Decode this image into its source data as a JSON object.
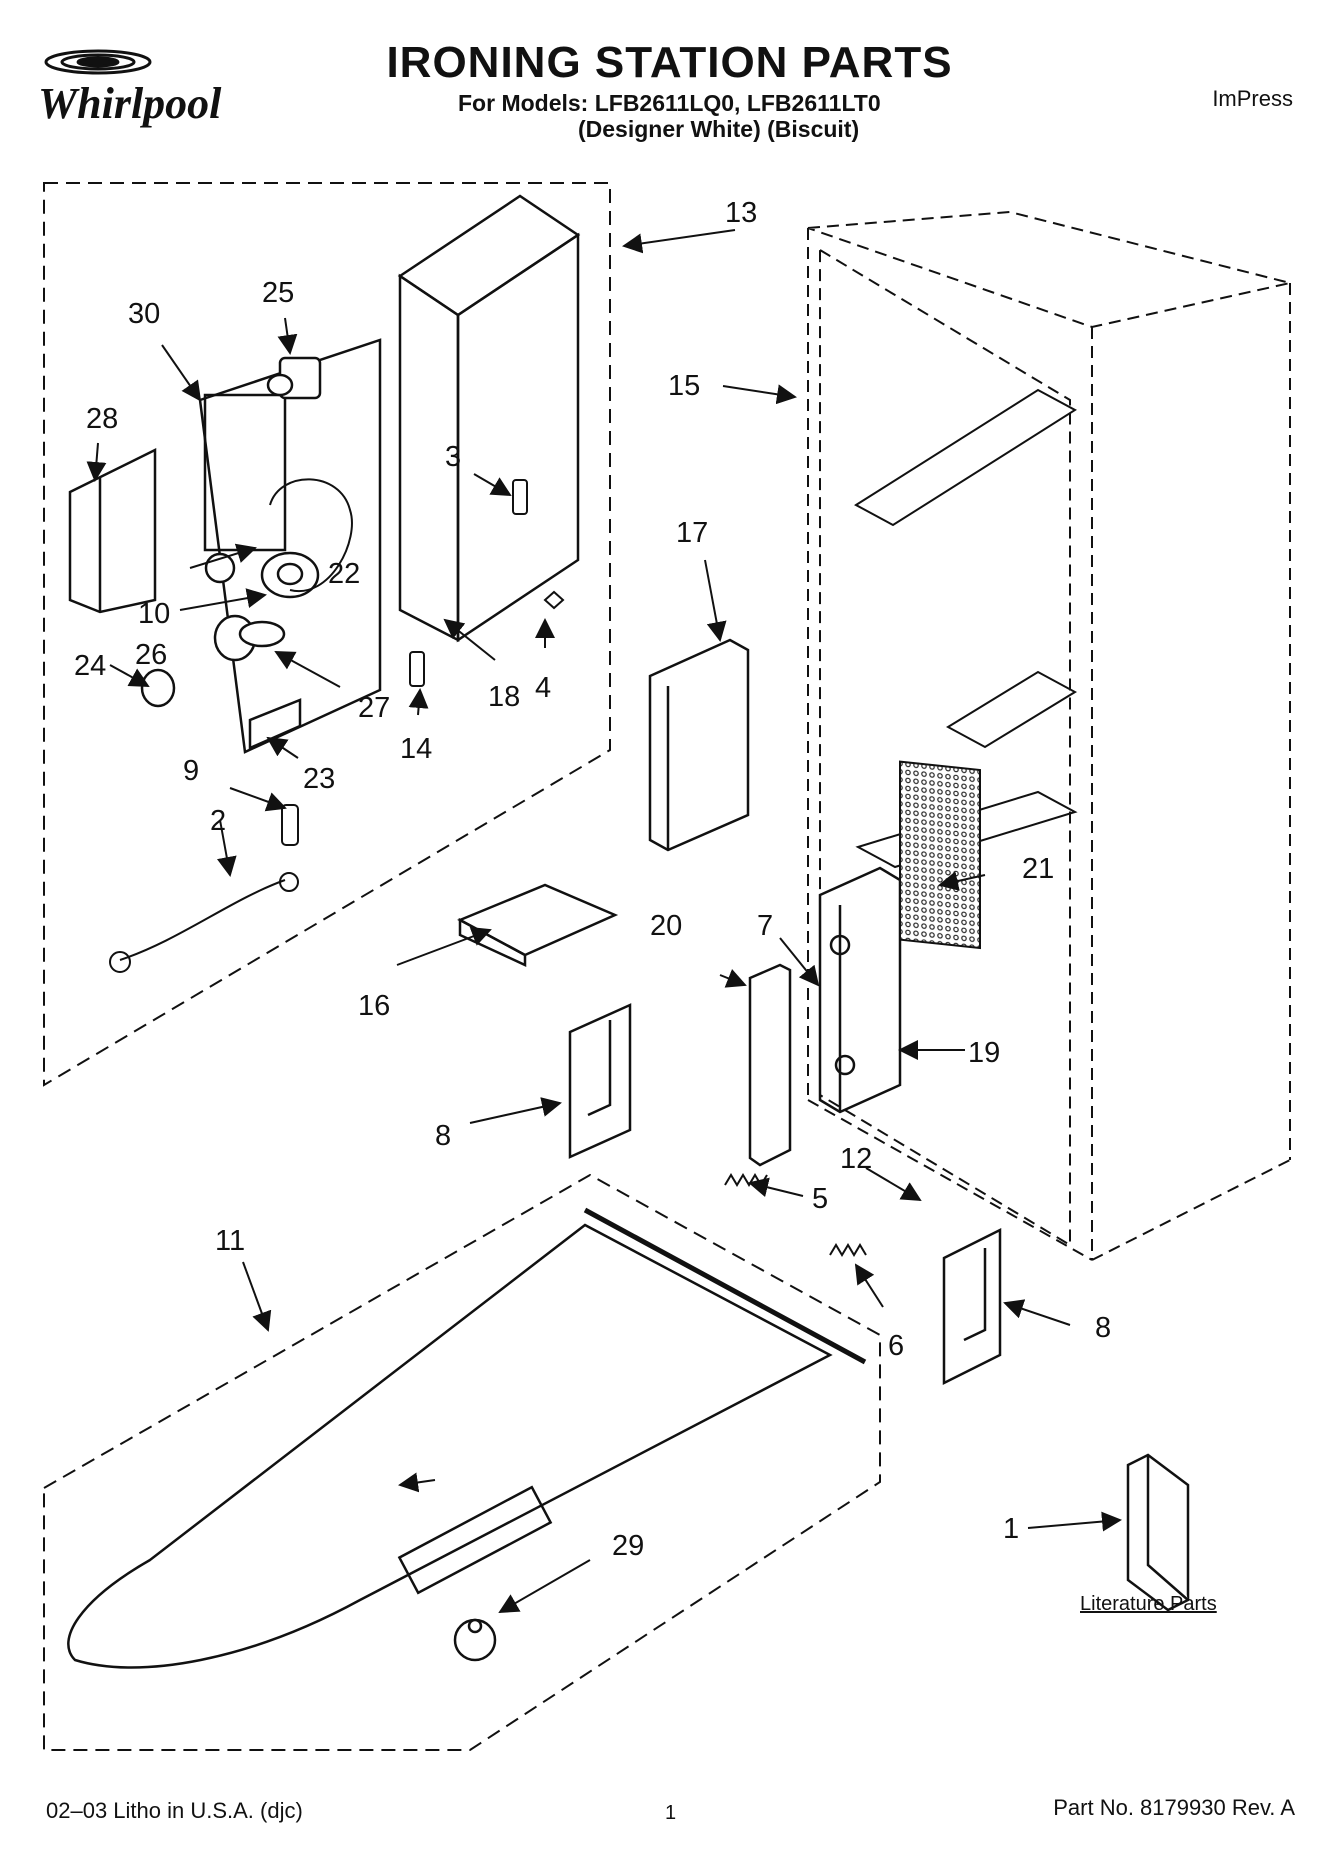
{
  "header": {
    "brand": "Whirlpool",
    "title": "IRONING STATION PARTS",
    "models_line": "For Models: LFB2611LQ0, LFB2611LT0",
    "colors_line": "(Designer White)  (Biscuit)",
    "brand_tag": "ImPress"
  },
  "diagram": {
    "callouts": [
      "1",
      "2",
      "3",
      "4",
      "5",
      "6",
      "7",
      "8",
      "8",
      "9",
      "10",
      "11",
      "12",
      "13",
      "14",
      "15",
      "16",
      "17",
      "18",
      "19",
      "20",
      "21",
      "22",
      "23",
      "24",
      "25",
      "26",
      "27",
      "28",
      "29",
      "30"
    ],
    "literature_label": "Literature Parts"
  },
  "footer": {
    "litho": "02–03 Litho in U.S.A. (djc)",
    "page": "1",
    "part_no": "Part No. 8179930 Rev. A"
  },
  "colors": {
    "ink": "#111111",
    "background": "#ffffff"
  }
}
